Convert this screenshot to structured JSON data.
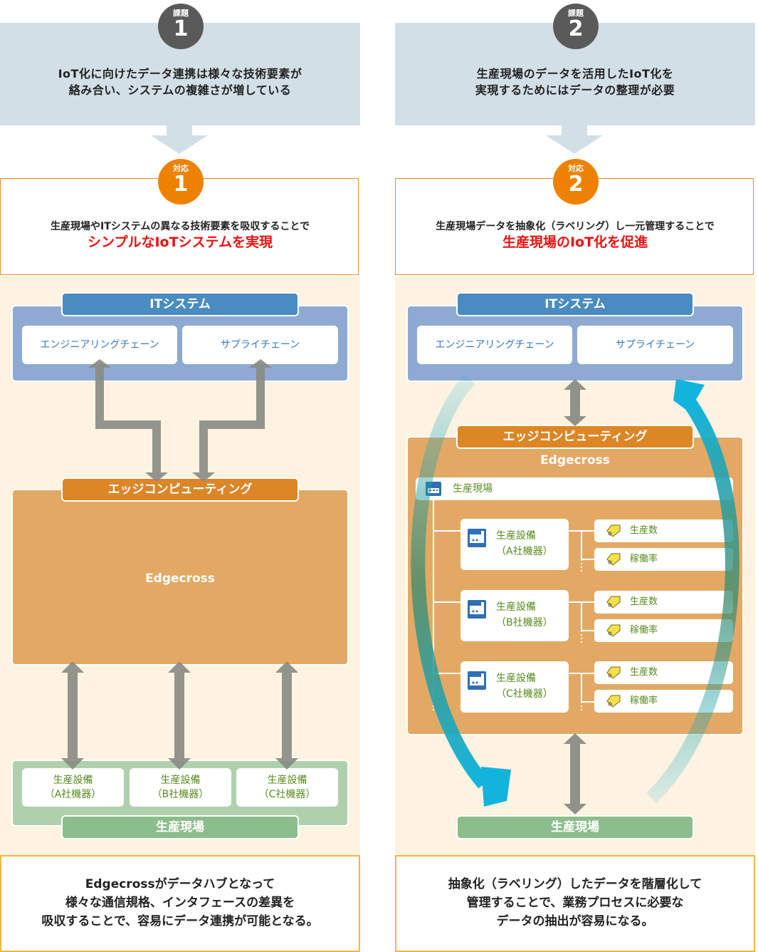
{
  "left": {
    "issue_badge": {
      "label": "課題",
      "number": "1"
    },
    "issue_text": [
      "IoT化に向けたデータ連携は様々な技術要素が",
      "絡み合い、システムの複雑さが増している"
    ],
    "solution_badge": {
      "label": "対応",
      "number": "1"
    },
    "solution_text": "生産現場やITシステムの異なる技術要素を吸収することで",
    "solution_highlight": "シンプルなIoTシステムを実現",
    "it_system": {
      "title": "ITシステム",
      "chains": [
        "エンジニアリングチェーン",
        "サプライチェーン"
      ]
    },
    "edge": {
      "title": "エッジコンピューティング",
      "product": "Edgecross"
    },
    "field": {
      "title": "生産現場",
      "equipment": [
        {
          "name": "生産設備",
          "vendor": "（A社機器）"
        },
        {
          "name": "生産設備",
          "vendor": "（B社機器）"
        },
        {
          "name": "生産設備",
          "vendor": "（C社機器）"
        }
      ]
    },
    "summary": [
      "Edgecrossがデータハブとなって",
      "様々な通信規格、インタフェースの差異を",
      "吸収することで、容易にデータ連携が可能となる。"
    ]
  },
  "right": {
    "issue_badge": {
      "label": "課題",
      "number": "2"
    },
    "issue_text": [
      "生産現場のデータを活用したIoT化を",
      "実現するためにはデータの整理が必要"
    ],
    "solution_badge": {
      "label": "対応",
      "number": "2"
    },
    "solution_text": "生産現場データを抽象化（ラベリング）し一元管理することで",
    "solution_highlight": "生産現場のIoT化を促進",
    "it_system": {
      "title": "ITシステム",
      "chains": [
        "エンジニアリングチェーン",
        "サプライチェーン"
      ]
    },
    "edge": {
      "title": "エッジコンピューティング",
      "product": "Edgecross"
    },
    "tree": {
      "root": "生産現場",
      "equipment": [
        {
          "name": "生産設備",
          "vendor": "（A社機器）",
          "tags": [
            "生産数",
            "稼働率"
          ]
        },
        {
          "name": "生産設備",
          "vendor": "（B社機器）",
          "tags": [
            "生産数",
            "稼働率"
          ]
        },
        {
          "name": "生産設備",
          "vendor": "（C社機器）",
          "tags": [
            "生産数",
            "稼働率"
          ]
        }
      ]
    },
    "field": {
      "title": "生産現場"
    },
    "summary": [
      "抽象化（ラベリング）したデータを階層化して",
      "管理することで、業務プロセスに必要な",
      "データの抽出が容易になる。"
    ]
  },
  "colors": {
    "issue_bg": "#d3dfe7",
    "issue_badge": "#5a5a5a",
    "solution_badge": "#ee8200",
    "highlight_red": "#ee1111",
    "it_blue": "#4a8cc0",
    "edge_orange": "#dc8626",
    "field_green": "#8cbd8c",
    "cycle_cyan": "#12b4de"
  }
}
